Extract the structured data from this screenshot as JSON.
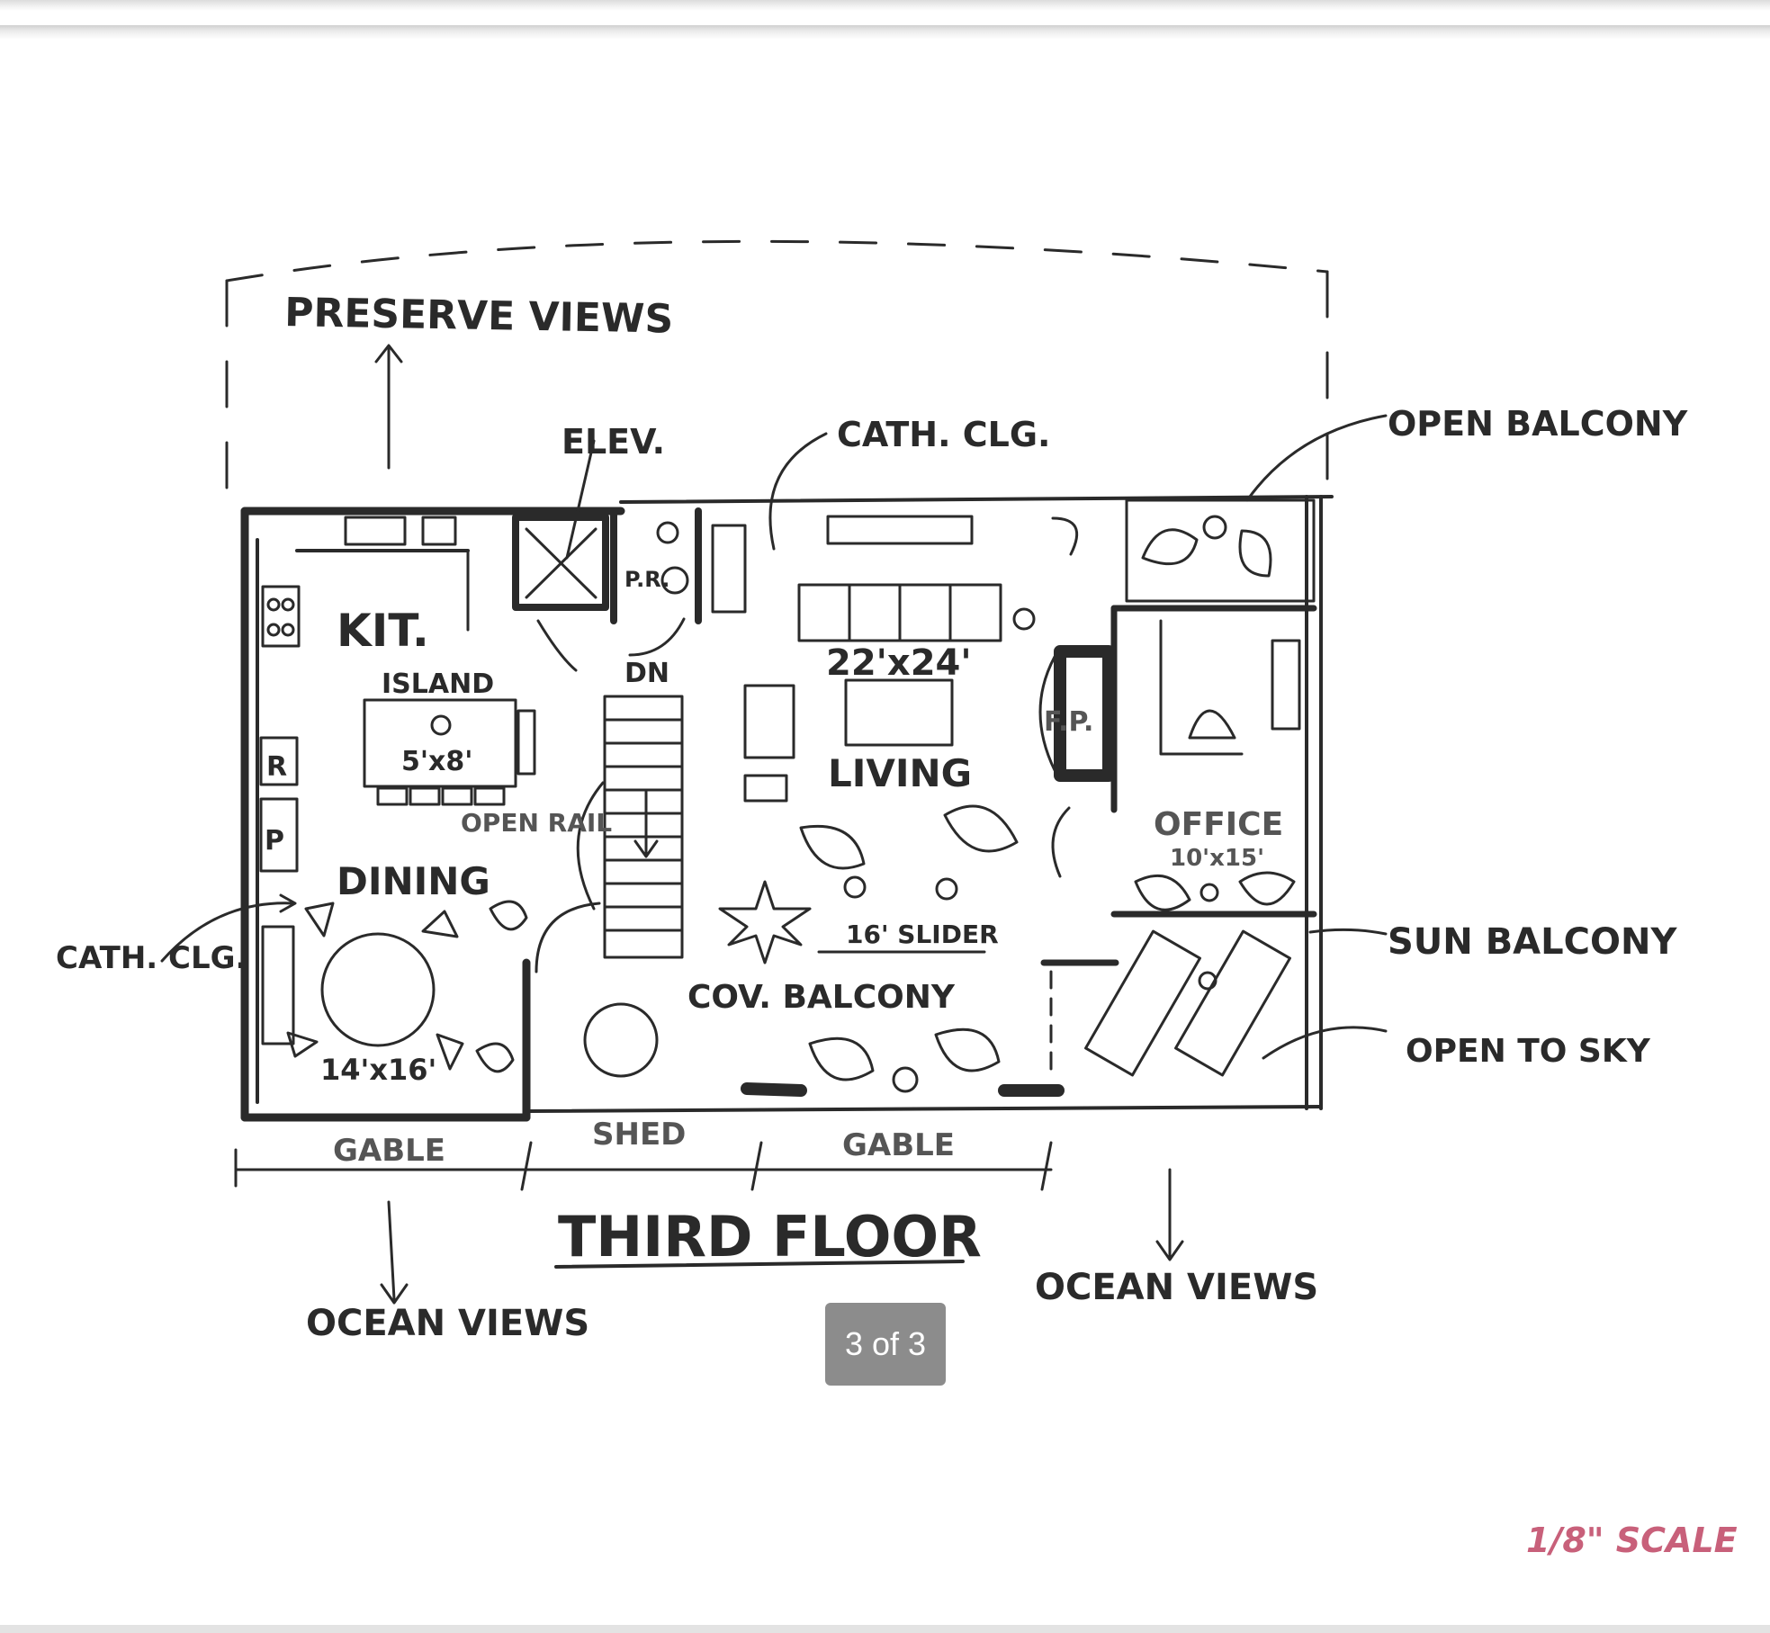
{
  "viewer": {
    "page_counter": "3 of 3",
    "scale_note": "1/8\" SCALE"
  },
  "sketch": {
    "title": "THIRD FLOOR",
    "labels": {
      "preserve_views": "PRESERVE VIEWS",
      "elev": "ELEV.",
      "cath_clg_top": "CATH. CLG.",
      "open_balcony": "OPEN BALCONY",
      "kit": "KIT.",
      "island": "ISLAND",
      "island_size": "5'x8'",
      "pr": "P.R.",
      "dn": "DN",
      "living_size": "22'x24'",
      "living": "LIVING",
      "fp": "F.P.",
      "open_rail": "OPEN RAIL",
      "dining": "DINING",
      "office": "OFFICE",
      "office_size": "10'x15'",
      "sliders": "16' SLIDER",
      "sun_balcony": "SUN BALCONY",
      "cath_clg_left": "CATH. CLG.",
      "dining_size": "14'x16'",
      "cov_balcony": "COV. BALCONY",
      "open_to_sky": "OPEN TO SKY",
      "gable_left": "GABLE",
      "shed": "SHED",
      "gable_right": "GABLE",
      "ocean_views_left": "OCEAN VIEWS",
      "ocean_views_right": "OCEAN VIEWS",
      "r": "R",
      "p": "P"
    }
  },
  "colors": {
    "ink": "#2a2a2a",
    "counter_bg": "#8c8c8c",
    "scale_note": "#c8607a"
  }
}
